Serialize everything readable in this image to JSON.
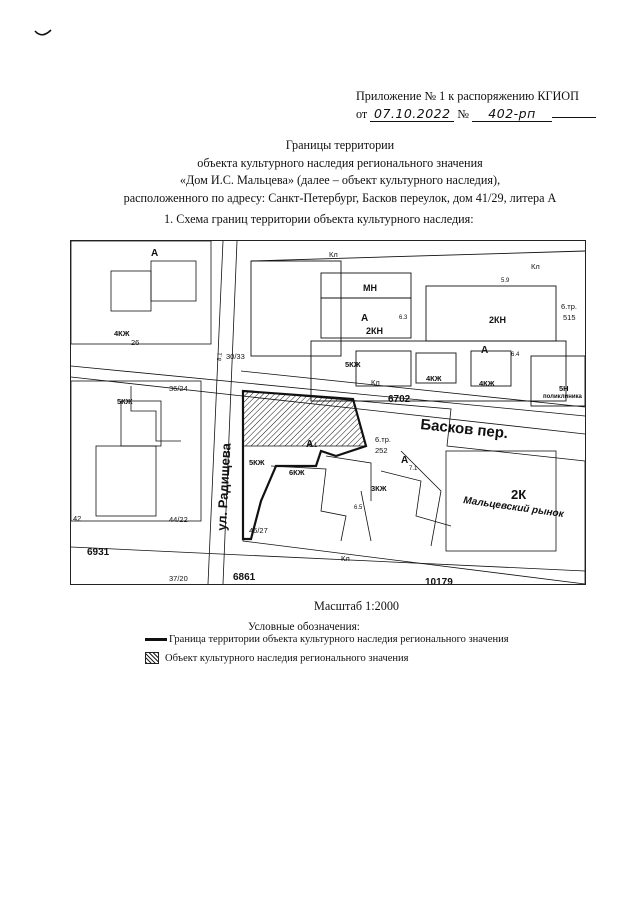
{
  "appendix": {
    "line1": "Приложение № 1 к распоряжению КГИОП",
    "from_label": "от",
    "date": "07.10.2022",
    "number_label": "№",
    "number": "402-рп"
  },
  "title": {
    "line1": "Границы территории",
    "line2": "объекта культурного наследия регионального значения",
    "line3": "«Дом И.С. Мальцева» (далее – объект культурного наследия),",
    "line4": "расположенного по адресу: Санкт-Петербург, Басков переулок, дом 41/29, литера А"
  },
  "section_heading": "1.   Схема границ территории объекта культурного наследия:",
  "map": {
    "street_baskov": "Басков пер.",
    "street_radishcheva": "ул. Радищева",
    "market": "Мальцевский рынок",
    "kv_6702": "6702",
    "kv_6861": "6861",
    "kv_6931": "6931",
    "kv_10179": "10179",
    "bldg_2kn": "2КН",
    "bldg_2kn_b": "2КН",
    "bldg_mn": "МН",
    "bldg_5kzh": "5КЖ",
    "bldg_5kzh_b": "5КЖ",
    "bldg_5kzh_c": "5КЖ",
    "bldg_4kzh": "4КЖ",
    "bldg_4kzh_b": "4КЖ",
    "bldg_4kzh_c": "4КЖ",
    "bldg_6kzh": "6КЖ",
    "bldg_3kzh": "3КЖ",
    "bldg_2k": "2К",
    "bldg_5n": "5Н",
    "bldg_poly": "поликлиника",
    "bldg_6tr": "6.тр.",
    "bldg_252": "252",
    "bldg_515": "515",
    "bldg_6tr_b": "6.тр.",
    "addr_30_33": "30/33",
    "addr_46_27": "46/27",
    "addr_44_22": "44/22",
    "addr_36_24": "36/24",
    "addr_37_20": "37/20",
    "addr_26": "26",
    "addr_42": "42",
    "letter_a": "А",
    "letter_kl": "Кл",
    "elev_81": "8.1",
    "elev_61": "6.1",
    "elev_71": "7.1",
    "elev_64": "6.4",
    "elev_63": "6.3",
    "elev_65": "6.5",
    "elev_59": "5.9"
  },
  "scale": "Масштаб 1:2000",
  "legend": {
    "title": "Условные обозначения:",
    "boundary": "Граница территории объекта культурного наследия регионального значения",
    "object": "Объект культурного наследия регионального значения"
  }
}
